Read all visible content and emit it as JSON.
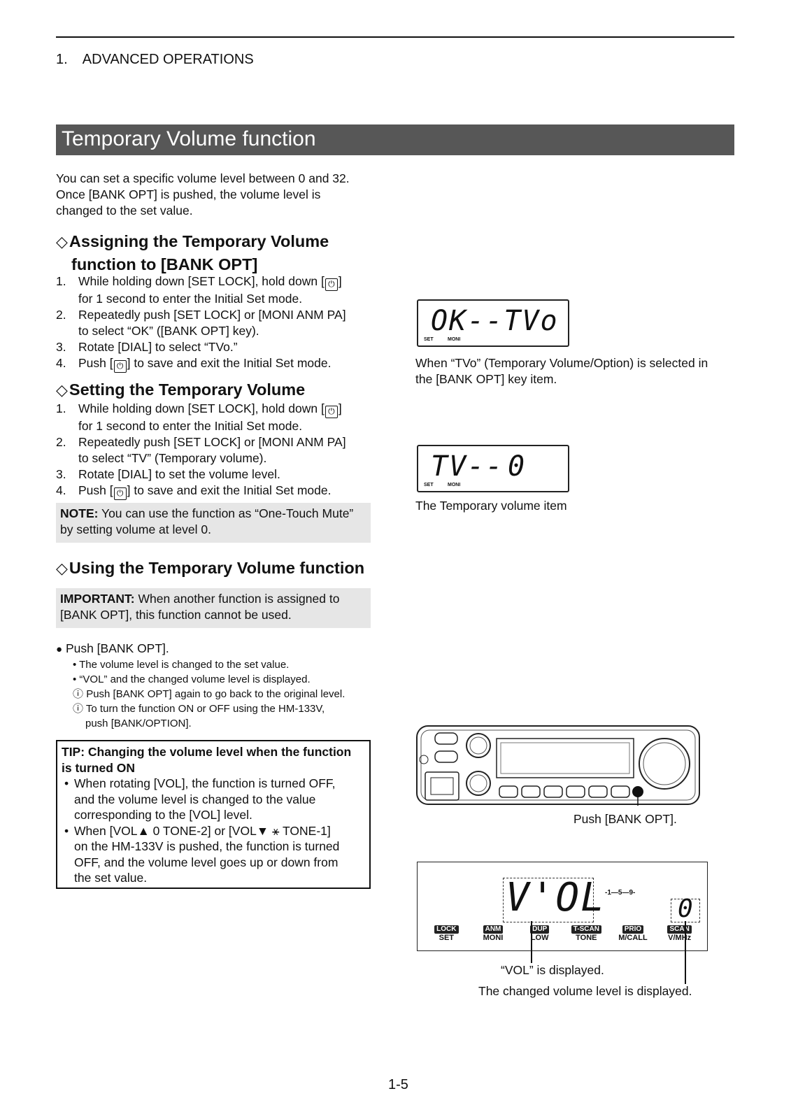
{
  "header": {
    "chapter": "1.    ADVANCED OPERATIONS"
  },
  "title": "Temporary Volume function",
  "intro": [
    "You can set a specific volume level between 0 and 32.",
    "Once [BANK OPT] is pushed, the volume level is",
    "changed to the set value."
  ],
  "assign": {
    "heading1": "Assigning the Temporary Volume",
    "heading2": "function to [BANK OPT]",
    "steps": [
      {
        "n": "1.",
        "a": "While holding down [SET LOCK], hold down [",
        "b": "]",
        "c": "for 1 second to enter the Initial Set mode."
      },
      {
        "n": "2.",
        "a": "Repeatedly push [SET LOCK] or [MONI ANM PA]",
        "c": "to select “OK” ([BANK OPT] key)."
      },
      {
        "n": "3.",
        "a": "Rotate [DIAL] to select “TVo.”"
      },
      {
        "n": "4.",
        "a": "Push [",
        "b": "] to save and exit the Initial Set mode."
      }
    ]
  },
  "setting": {
    "heading": "Setting the Temporary Volume",
    "steps": [
      {
        "n": "1.",
        "a": "While holding down [SET LOCK], hold down [",
        "b": "]",
        "c": "for 1 second to enter the Initial Set mode."
      },
      {
        "n": "2.",
        "a": "Repeatedly push [SET LOCK] or [MONI ANM PA]",
        "c": "to select “TV” (Temporary volume)."
      },
      {
        "n": "3.",
        "a": "Rotate [DIAL] to set the volume level."
      },
      {
        "n": "4.",
        "a": "Push [",
        "b": "] to save and exit the Initial Set mode."
      }
    ],
    "note_label": "NOTE:",
    "note_text1": " You can use the function as “One-Touch Mute”",
    "note_text2": "by setting volume at level 0."
  },
  "using": {
    "heading": "Using the Temporary Volume function",
    "important_label": "IMPORTANT:",
    "important_text1": " When another function is assigned to",
    "important_text2": "[BANK OPT], this function cannot be used.",
    "bullet": "Push [BANK OPT].",
    "sub": [
      "• The volume level is changed to the set value.",
      "• “VOL” and the changed volume level is displayed.",
      "Push [BANK OPT] again to go back to the original level.",
      "To turn the function ON or OFF using the HM-133V,",
      "push [BANK/OPTION]."
    ],
    "info_glyph": "ⓘ",
    "tip": {
      "title1": "TIP: Changing the volume level when the function",
      "title2": "is turned ON",
      "b1": [
        "When rotating [VOL], the function is turned OFF,",
        "and the volume level is changed to the value",
        "corresponding to the [VOL] level."
      ],
      "b2": [
        "When [VOL▲ 0 TONE-2] or [VOL▼ ⚹ TONE-1]",
        "on the HM-133V is pushed, the function is turned",
        "OFF, and the volume level goes up or down from",
        "the set value."
      ]
    }
  },
  "figures": {
    "lcd1_text": "OK--TVo",
    "lcd1_caption1": "When “TVo” (Temporary Volume/Option) is selected in",
    "lcd1_caption2": "the [BANK OPT] key item.",
    "lcd2_left": "TV--",
    "lcd2_right": "0",
    "lcd2_caption": "The Temporary volume item",
    "lcd_set": "SET",
    "lcd_moni": "MONI",
    "radio_caption": "Push [BANK OPT].",
    "vol_text": "V'OL",
    "vol_digit": "0",
    "meter": "-1—5—9-",
    "vol_caption1": "“VOL” is displayed.",
    "vol_caption2": "The changed volume level is displayed.",
    "keys": [
      {
        "top": "LOCK",
        "bottom": "SET"
      },
      {
        "top": "ANM",
        "bottom": "MONI"
      },
      {
        "top": "DUP",
        "bottom": "LOW"
      },
      {
        "top": "T-SCAN",
        "bottom": "TONE"
      },
      {
        "top": "PRIO",
        "bottom": "M/CALL"
      },
      {
        "top": "SCAN",
        "bottom": "V/MHz"
      }
    ]
  },
  "page_number": "1-5"
}
